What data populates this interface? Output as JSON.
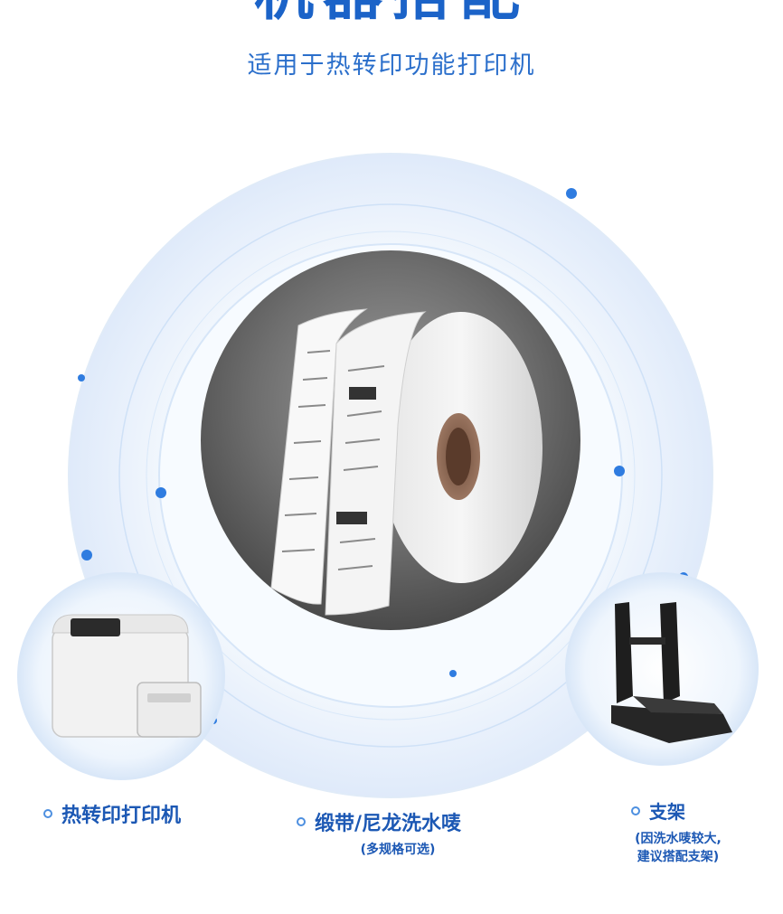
{
  "header": {
    "title": "机器搭配",
    "subtitle": "适用于热转印功能打印机"
  },
  "items": [
    {
      "label": "热转印打印机",
      "note": ""
    },
    {
      "label": "缎带/尼龙洗水唛",
      "note": "(多规格可选)"
    },
    {
      "label": "支架",
      "note_line1": "(因洗水唛较大,",
      "note_line2": "建议搭配支架)"
    }
  ],
  "colors": {
    "accent": "#1b63c8",
    "ring": "#cfe1f7",
    "dot": "#2f7ce0"
  },
  "icons": [
    "printer-image",
    "label-roll-image",
    "holder-stand-image"
  ]
}
